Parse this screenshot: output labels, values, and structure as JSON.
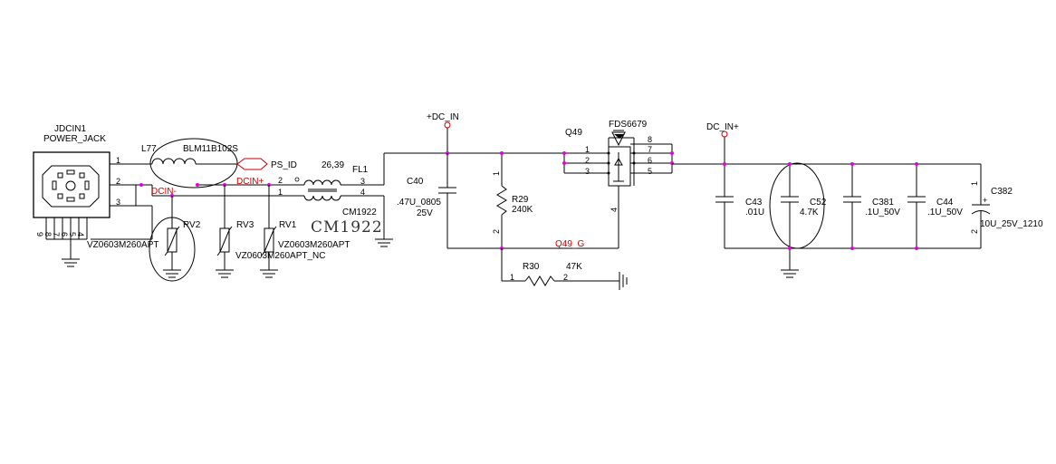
{
  "connector": {
    "ref": "JDCIN1",
    "type": "POWER_JACK",
    "pins": [
      "1",
      "2",
      "3"
    ],
    "bottom_pins": [
      "9",
      "8",
      "7",
      "6",
      "5",
      "4"
    ]
  },
  "ferrite": {
    "ref": "L77",
    "part": "BLM11B102S"
  },
  "ps_id": "PS_ID",
  "nets": {
    "dcin_minus": "DCIN-",
    "dcin_plus": "DCIN+",
    "q49_g": "Q49_G",
    "dc_in": "+DC_IN",
    "dc_in_plus": "DC_IN+"
  },
  "varistors": [
    {
      "ref": "RV2",
      "part": "VZ0603M260APT"
    },
    {
      "ref": "RV3",
      "part": "VZ0603M260APT_NC"
    },
    {
      "ref": "RV1",
      "part": "VZ0603M260APT"
    }
  ],
  "filter": {
    "ref": "FL1",
    "part": "CM1922",
    "pages": "26,39",
    "part_large": "CM1922",
    "pins": [
      "1",
      "2",
      "3",
      "4"
    ]
  },
  "c40": {
    "ref": "C40",
    "value": ".47U_0805",
    "voltage": "25V"
  },
  "r29": {
    "ref": "R29",
    "value": "240K",
    "pins": [
      "1",
      "2"
    ]
  },
  "r30": {
    "ref": "R30",
    "value": "47K",
    "pins": [
      "1",
      "2"
    ]
  },
  "q49": {
    "ref": "Q49",
    "part": "FDS6679",
    "pins": [
      "1",
      "2",
      "3",
      "4",
      "8",
      "7",
      "6",
      "5"
    ]
  },
  "caps": [
    {
      "ref": "C43",
      "value": ".01U"
    },
    {
      "ref": "C52",
      "value": "4.7K"
    },
    {
      "ref": "C381",
      "value": ".1U_50V"
    },
    {
      "ref": "C44",
      "value": ".1U_50V"
    }
  ],
  "c382": {
    "ref": "C382",
    "value": "10U_25V_1210",
    "plus": "+",
    "pins": [
      "1",
      "2"
    ]
  },
  "pin_labels": {
    "one": "1",
    "two": "2"
  }
}
